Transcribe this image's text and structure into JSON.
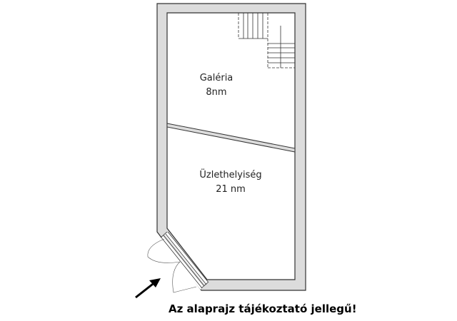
{
  "rooms": [
    {
      "name": "Galéria",
      "area": "8nm"
    },
    {
      "name": "Üzlethelyiség",
      "area": "21 nm"
    }
  ],
  "note": "Az alaprajz tájékoztató jellegű!",
  "colors": {
    "wall_fill": "#dcdcdc",
    "wall_stroke": "#333333"
  }
}
